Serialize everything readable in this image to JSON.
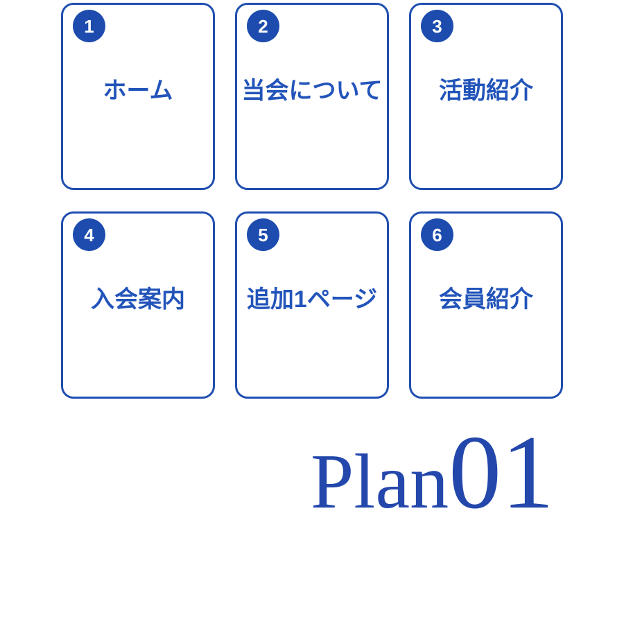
{
  "colors": {
    "card_border": "#1f4eb0",
    "badge_bg": "#1d4cae",
    "badge_text": "#ffffff",
    "label_text": "#2254ba",
    "plan_text": "#2347ab",
    "page_bg": "#ffffff"
  },
  "cards": [
    {
      "number": "1",
      "label": "ホーム"
    },
    {
      "number": "2",
      "label": "当会について"
    },
    {
      "number": "3",
      "label": "活動紹介"
    },
    {
      "number": "4",
      "label": "入会案内"
    },
    {
      "number": "5",
      "label": "追加1ページ"
    },
    {
      "number": "6",
      "label": "会員紹介"
    }
  ],
  "plan": {
    "word": "Plan",
    "number": "01"
  }
}
